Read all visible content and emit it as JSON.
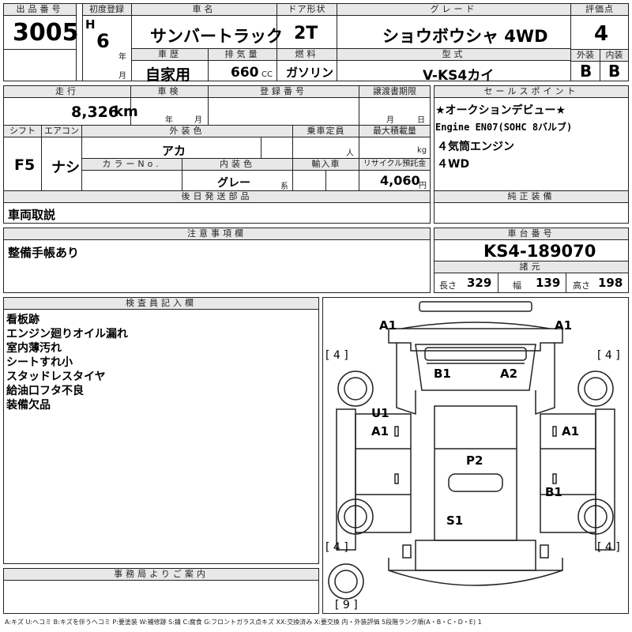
{
  "header": {
    "lot_label": "出品番号",
    "lot_value": "3005",
    "first_reg_label": "初度登録",
    "era": "H",
    "year_value": "6",
    "year_unit": "年",
    "month_unit": "月",
    "name_label": "車名",
    "name_value": "サンバートラック",
    "door_label": "ドア形状",
    "door_value": "2T",
    "grade_label": "グレード",
    "grade_value": "ショウボウシャ 4WD",
    "score_label": "評価点",
    "score_value": "4",
    "history_label": "車歴",
    "history_value": "自家用",
    "displacement_label": "排気量",
    "displacement_value": "660",
    "displacement_unit": "CC",
    "fuel_label": "燃料",
    "fuel_value": "ガソリン",
    "model_label": "型式",
    "model_value": "V-KS4カイ",
    "exterior_label": "外装",
    "exterior_value": "B",
    "interior_label": "内装",
    "interior_value": "B"
  },
  "row2": {
    "mileage_label": "走行",
    "mileage_value": "8,326",
    "mileage_unit": "km",
    "inspection_label": "車検",
    "inspection_year_unit": "年",
    "inspection_month_unit": "月",
    "reg_no_label": "登録番号",
    "transfer_label": "譲渡書期限",
    "transfer_month_unit": "月",
    "transfer_day_unit": "日",
    "shift_label": "シフト",
    "shift_value": "F5",
    "ac_label": "エアコン",
    "ac_value": "ナシ",
    "ext_color_label": "外装色",
    "ext_color_value": "アカ",
    "capacity_label": "乗車定員",
    "capacity_unit": "人",
    "max_load_label": "最大積載量",
    "max_load_unit": "kg",
    "color_no_label": "カラーNo.",
    "int_color_label": "内装色",
    "int_color_value": "グレー",
    "int_color_unit": "系",
    "import_label": "輸入車",
    "recycle_label": "リサイクル預託金",
    "recycle_value": "4,060",
    "recycle_unit": "円"
  },
  "sales": {
    "label": "セールスポイント",
    "lines": [
      "★オークションデビュー★",
      "Engine  EN07(SOHC  8バルブ)",
      "４気筒エンジン",
      "４WD"
    ]
  },
  "later_parts": {
    "label": "後日発送部品",
    "value": "車両取説"
  },
  "genuine": {
    "label": "純正装備"
  },
  "notes": {
    "label": "注意事項欄",
    "value": "整備手帳あり"
  },
  "chassis": {
    "label": "車台番号",
    "value": "KS4-189070",
    "spec_label": "諸元",
    "length_label": "長さ",
    "length_value": "329",
    "width_label": "幅",
    "width_value": "139",
    "height_label": "高さ",
    "height_value": "198"
  },
  "inspector": {
    "label": "検査員記入欄",
    "lines": [
      "看板跡",
      "エンジン廻りオイル漏れ",
      "室内薄汚れ",
      "シートすれ小",
      "スタッドレスタイヤ",
      "給油口フタ不良",
      "装備欠品"
    ]
  },
  "office": {
    "label": "事務局よりご案内"
  },
  "diagram": {
    "marks": {
      "a1_front_left": "A1",
      "a1_front_right": "A1",
      "b1_top": "B1",
      "a2_top": "A2",
      "u1_left": "U1",
      "a1_left": "A1",
      "a1_right": "A1",
      "p2": "P2",
      "b1_right": "B1",
      "s1": "S1"
    },
    "tires": {
      "front_left": "[ 4 ]",
      "front_right": "[ 4 ]",
      "rear_left": "[ 4 ]",
      "rear_right": "[ 4 ]",
      "spare": "[ 9 ]"
    }
  },
  "legend": "A:キズ  U:ヘコミ  B:キズを伴うヘコミ  P:要塗装  W:補修跡  S:錆  C:腐食  G:フロントガラス点キズ  XX:交換済み  X:要交換   内・外装評価  5段階ランク順(A・B・C・D・E)  1"
}
